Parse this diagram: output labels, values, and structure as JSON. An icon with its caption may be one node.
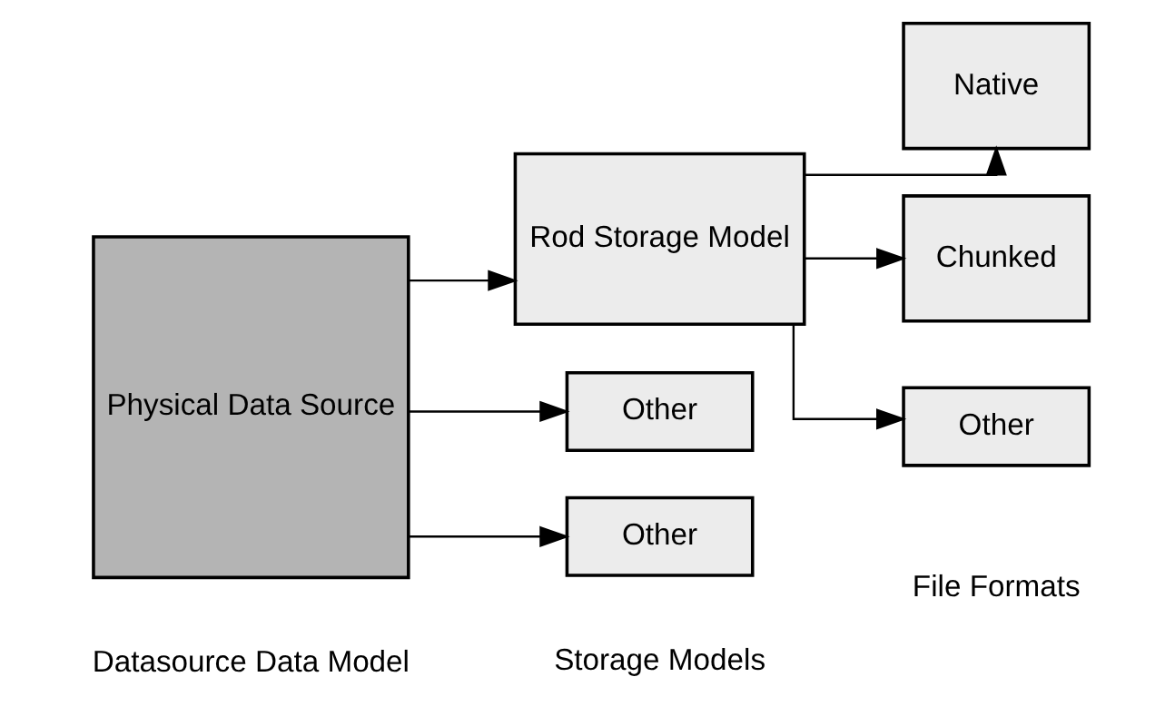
{
  "diagram": {
    "nodes": [
      {
        "text": [
          "Physical Data Source"
        ]
      },
      {
        "text": [
          "Rod Storage Model"
        ]
      },
      {
        "text": [
          "Other"
        ]
      },
      {
        "text": [
          "Other"
        ]
      },
      {
        "text": [
          "Native"
        ]
      },
      {
        "text": [
          "Chunked"
        ]
      },
      {
        "text": [
          "Other"
        ]
      }
    ],
    "edges": [
      {
        "from": 0,
        "to": 1,
        "arrow": "to"
      },
      {
        "from": 0,
        "to": 2,
        "arrow": "to"
      },
      {
        "from": 0,
        "to": 3,
        "arrow": "to"
      },
      {
        "from": 1,
        "to": 4,
        "arrow": "to"
      },
      {
        "from": 1,
        "to": 5,
        "arrow": "to"
      },
      {
        "from": 1,
        "to": 6,
        "arrow": "to"
      }
    ],
    "labels": [
      "Datasource Data Model",
      "Storage Models",
      "File Formats"
    ]
  }
}
